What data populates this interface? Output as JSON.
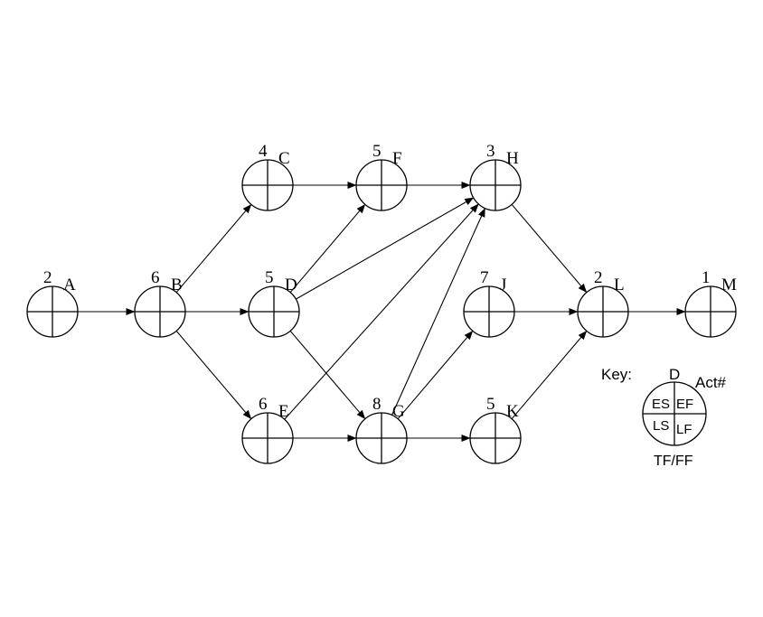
{
  "network": {
    "nodes": [
      {
        "id": "A",
        "duration": "2"
      },
      {
        "id": "B",
        "duration": "6"
      },
      {
        "id": "C",
        "duration": "4"
      },
      {
        "id": "D",
        "duration": "5"
      },
      {
        "id": "E",
        "duration": "6"
      },
      {
        "id": "F",
        "duration": "5"
      },
      {
        "id": "G",
        "duration": "8"
      },
      {
        "id": "H",
        "duration": "3"
      },
      {
        "id": "J",
        "duration": "7"
      },
      {
        "id": "K",
        "duration": "5"
      },
      {
        "id": "L",
        "duration": "2"
      },
      {
        "id": "M",
        "duration": "1"
      }
    ],
    "edges": [
      [
        "A",
        "B"
      ],
      [
        "B",
        "C"
      ],
      [
        "B",
        "D"
      ],
      [
        "B",
        "E"
      ],
      [
        "C",
        "F"
      ],
      [
        "D",
        "F"
      ],
      [
        "D",
        "H"
      ],
      [
        "D",
        "G"
      ],
      [
        "E",
        "H"
      ],
      [
        "E",
        "G"
      ],
      [
        "F",
        "H"
      ],
      [
        "G",
        "H"
      ],
      [
        "G",
        "J"
      ],
      [
        "G",
        "K"
      ],
      [
        "H",
        "L"
      ],
      [
        "J",
        "L"
      ],
      [
        "K",
        "L"
      ],
      [
        "L",
        "M"
      ]
    ]
  },
  "key": {
    "title": "Key:",
    "duration": "D",
    "activity": "Act#",
    "es": "ES",
    "ef": "EF",
    "ls": "LS",
    "lf": "LF",
    "floats": "TF/FF"
  }
}
